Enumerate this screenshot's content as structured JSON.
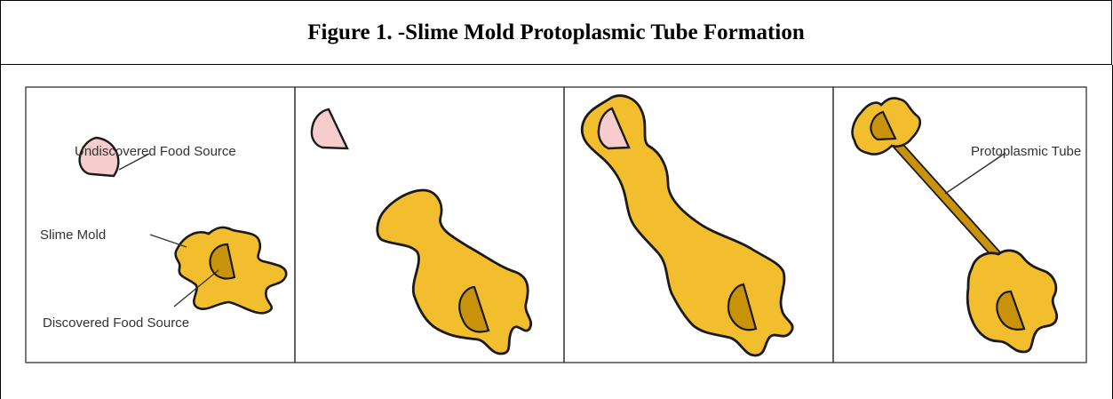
{
  "title": "Figure 1. -Slime Mold Protoplasmic Tube Formation",
  "labels": {
    "undiscovered_food": "Undiscovered Food Source",
    "slime_mold": "Slime Mold",
    "discovered_food": "Discovered Food Source",
    "protoplasmic_tube": "Protoplasmic Tube"
  },
  "colors": {
    "slime_mold": "#F2BE2E",
    "discovered_food": "#C8920A",
    "undiscovered_food": "#F6CCCC",
    "outline": "#1a1a1a"
  }
}
